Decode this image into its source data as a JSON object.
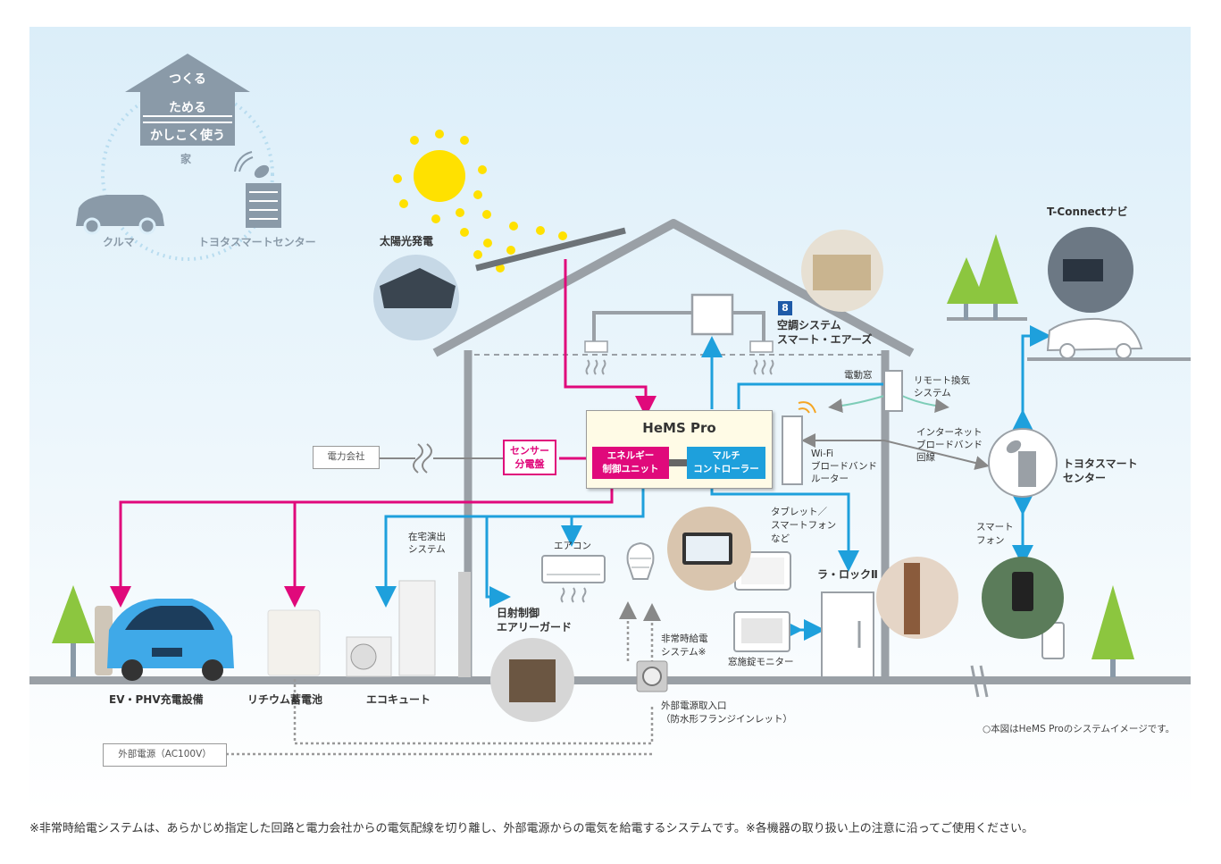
{
  "concept": {
    "roof_lines": [
      "つくる",
      "ためる",
      "かしこく使う"
    ],
    "house": "家",
    "car": "クルマ",
    "center": "トヨタスマートセンター"
  },
  "labels": {
    "solar": "太陽光発電",
    "aircon_system": "空調システム",
    "aircon_system_2": "スマート・エアーズ",
    "aircon_badge": "8",
    "electric_window": "電動窓",
    "remote_vent_1": "リモート換気",
    "remote_vent_2": "システム",
    "internet_1": "インターネット",
    "internet_2": "ブロードバンド",
    "internet_3": "回線",
    "wifi_1": "Wi-Fi",
    "wifi_2": "ブロードバンド",
    "wifi_3": "ルーター",
    "toyota_center_1": "トヨタスマート",
    "toyota_center_2": "センター",
    "tconnect": "T-Connectナビ",
    "smartphone_1": "スマート",
    "smartphone_2": "フォン",
    "power_company": "電力会社",
    "sensor_1": "センサー",
    "sensor_2": "分電盤",
    "tablet_1": "タブレット／",
    "tablet_2": "スマートフォン",
    "tablet_3": "など",
    "lalock": "ラ・ロックⅡ",
    "presence_1": "在宅演出",
    "presence_2": "システム",
    "aircon": "エアコン",
    "shade_1": "日射制御",
    "shade_2": "エアリーガード",
    "emergency_1": "非常時給電",
    "emergency_2": "システム※",
    "window_monitor": "窓施錠モニター",
    "ev": "EV・PHV充電設備",
    "battery": "リチウム蓄電池",
    "ecocute": "エコキュート",
    "inlet_1": "外部電源取入口",
    "inlet_2": "（防水形フランジインレット）",
    "external_power": "外部電源（AC100V）"
  },
  "hems": {
    "title": "HeMS Pro",
    "energy_unit_1": "エネルギー",
    "energy_unit_2": "制御ユニット",
    "multi_1": "マルチ",
    "multi_2": "コントローラー"
  },
  "caption": "○本図はHeMS Proのシステムイメージです。",
  "footnote": "※非常時給電システムは、あらかじめ指定した回路と電力会社からの電気配線を切り離し、外部電源からの電気を給電するシステムです。※各機器の取り扱い上の注意に沿ってご使用ください。",
  "colors": {
    "energy": "#e0097b",
    "control": "#1ea0dc",
    "house": "#9aa0a6",
    "tree": "#8cc63f",
    "sun": "#ffe100"
  }
}
